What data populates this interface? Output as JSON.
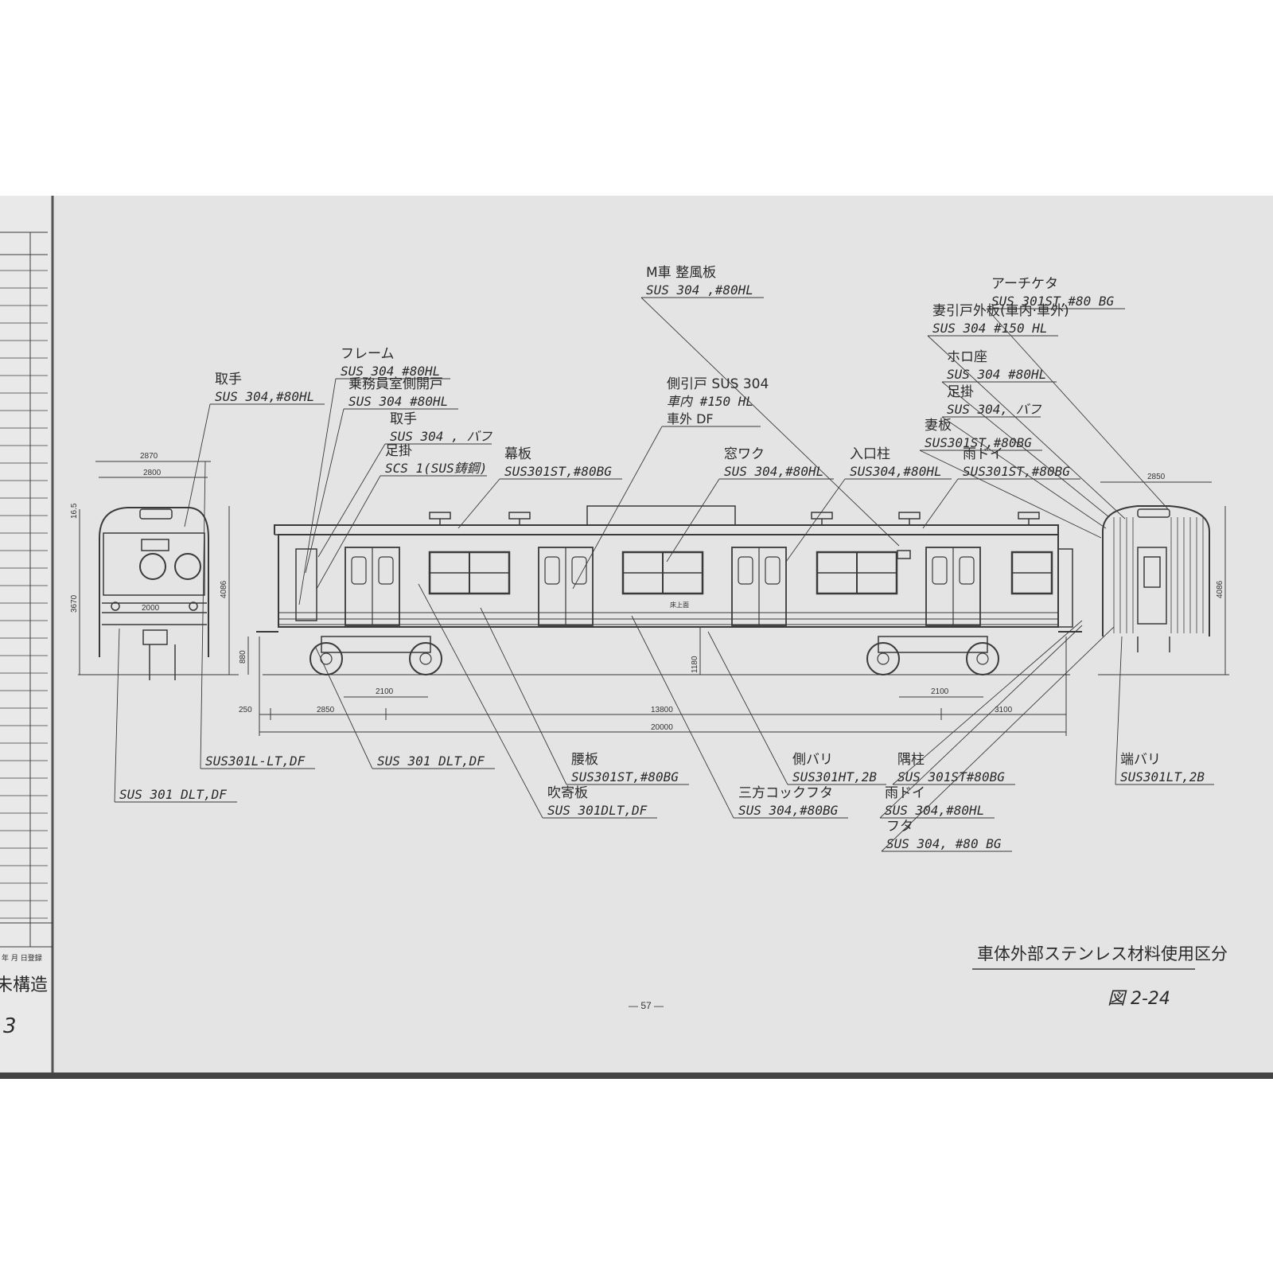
{
  "callouts_top": [
    {
      "id": "totte-1",
      "name": "取手",
      "spec": "SUS 304,#80HL"
    },
    {
      "id": "frame",
      "name": "フレーム",
      "spec": "SUS 304 #80HL"
    },
    {
      "id": "crew-door",
      "name": "乗務員室側開戸",
      "spec": "SUS 304 #80HL"
    },
    {
      "id": "totte-2",
      "name": "取手",
      "spec": "SUS 304 , バフ"
    },
    {
      "id": "ashikake-1",
      "name": "足掛",
      "spec": "SCS 1(SUS鋳鋼)"
    },
    {
      "id": "makuita",
      "name": "幕板",
      "spec": "SUS301ST,#80BG"
    },
    {
      "id": "m-seifuban",
      "name": "M車 整風板",
      "spec": "SUS 304 ,#80HL"
    },
    {
      "id": "side-door",
      "name": "側引戸 SUS 304",
      "spec": "車内 #150 HL",
      "spec2": "車外 DF"
    },
    {
      "id": "mado-waku",
      "name": "窓ワク",
      "spec": "SUS 304,#80HL"
    },
    {
      "id": "iriguchi",
      "name": "入口柱",
      "spec": "SUS304,#80HL"
    },
    {
      "id": "amadoi-1",
      "name": "雨ドイ",
      "spec": "SUS301ST,#80BG"
    },
    {
      "id": "arch",
      "name": "アーチケタ",
      "spec": "SUS 301ST,#80 BG"
    },
    {
      "id": "tsuma-door",
      "name": "妻引戸外板(車内·車外)",
      "spec": "SUS 304 #150 HL"
    },
    {
      "id": "horo",
      "name": "ホロ座",
      "spec": "SUS 304 #80HL"
    },
    {
      "id": "ashikake-2",
      "name": "足掛",
      "spec": "SUS 304, バフ"
    },
    {
      "id": "tsumaita",
      "name": "妻板",
      "spec": "SUS301ST,#80BG"
    }
  ],
  "callouts_bottom": [
    {
      "id": "front-1",
      "name": "",
      "spec": "SUS 301 DLT,DF"
    },
    {
      "id": "front-2",
      "name": "",
      "spec": "SUS301L-LT,DF"
    },
    {
      "id": "sus301",
      "name": "",
      "spec": "SUS 301 DLT,DF"
    },
    {
      "id": "koshiita",
      "name": "腰板",
      "spec": "SUS301ST,#80BG"
    },
    {
      "id": "fukiyose",
      "name": "吹寄板",
      "spec": "SUS 301DLT,DF"
    },
    {
      "id": "sanpo",
      "name": "三方コックフタ",
      "spec": "SUS 304,#80BG"
    },
    {
      "id": "gawahari",
      "name": "側バリ",
      "spec": "SUS301HT,2B"
    },
    {
      "id": "sumibashira",
      "name": "隅柱",
      "spec": "SUS 301ST#80BG"
    },
    {
      "id": "amadoi-2",
      "name": "雨ドイ",
      "spec": "SUS 304,#80HL"
    },
    {
      "id": "futa",
      "name": "フタ",
      "spec": "SUS 304, #80 BG"
    },
    {
      "id": "habari",
      "name": "端バリ",
      "spec": "SUS301LT,2B"
    }
  ],
  "dimensions": {
    "front_w1": "2870",
    "front_w2": "2800",
    "front_h_top": "16.5",
    "front_h1": "3670",
    "front_h2": "4086",
    "front_inner": "2000",
    "side_floor": "880",
    "side_h": "1180",
    "bogie_l": "2100",
    "bogie_r": "2100",
    "seg1": "250",
    "seg2": "2850",
    "seg3": "13800",
    "seg4": "3100",
    "total": "20000",
    "rear_w": "2850",
    "rear_h": "4086"
  },
  "title": "車体外部ステンレス材料使用区分",
  "figure_no": "図 2-24",
  "page_no": "— 57 —",
  "left_page": {
    "bottom_text": "未構造",
    "digit": "3",
    "header_row": "年 月 日登録"
  }
}
